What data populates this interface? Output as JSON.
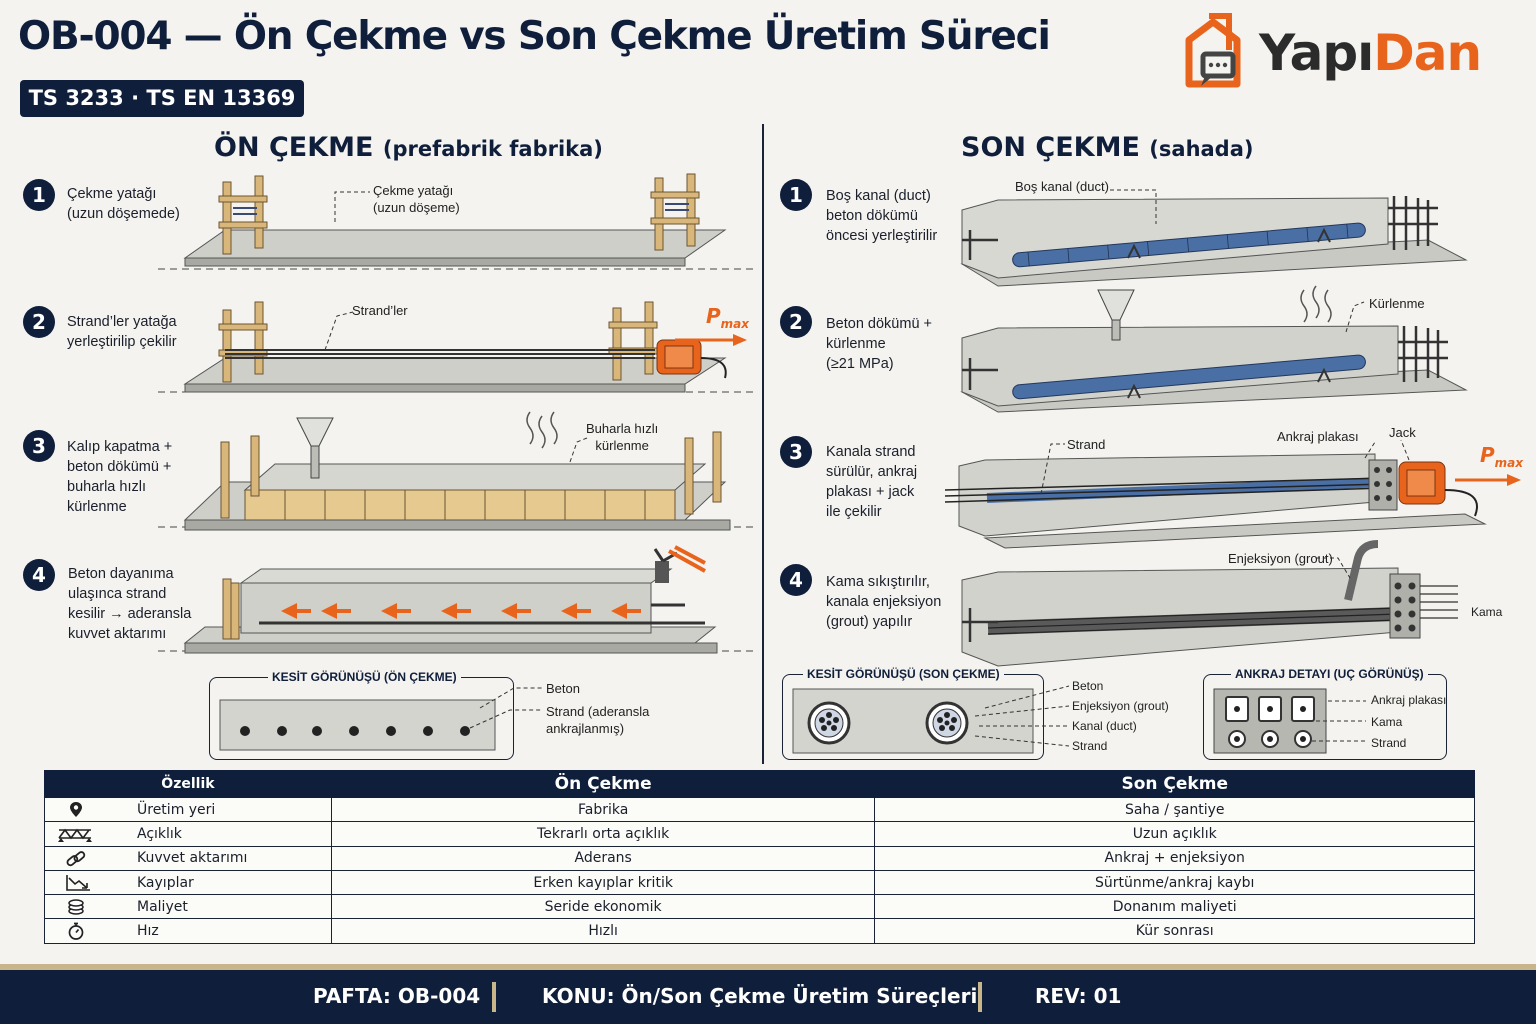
{
  "header": {
    "title": "OB-004 — Ön Çekme vs Son Çekme Üretim Süreci",
    "standard": "TS 3233 · TS EN 13369",
    "brand_part1": "Yapı",
    "brand_part2": "Dan"
  },
  "colors": {
    "navy": "#0f1e3a",
    "orange": "#e8641c",
    "gold": "#c9b58a",
    "duct_blue": "#4a6fa5"
  },
  "pre": {
    "heading": "ÖN ÇEKME",
    "heading_sub": "(prefabrik  fabrika)",
    "steps": [
      {
        "num": "1",
        "text": "Çekme yatağı\n(uzun döşemede)"
      },
      {
        "num": "2",
        "text": "Strand’ler yatağa\nyerleştirilip çekilir"
      },
      {
        "num": "3",
        "text": "Kalıp kapatma +\nbeton dökümü +\nbuharla hızlı\nkürlenme"
      },
      {
        "num": "4",
        "text": "Beton dayanıma\nulaşınca strand\nkesilir → aderansla\nkuvvet aktarımı"
      }
    ],
    "labels": {
      "bed": "Çekme yatağı\n(uzun döşeme)",
      "strands": "Strand’ler",
      "pmax": "P",
      "pmax_sub": "max",
      "steam": "Buharla hızlı\nkürlenme"
    },
    "section": {
      "title": "KESİT GÖRÜNÜŞÜ  (ÖN ÇEKME)",
      "concrete": "Beton",
      "strand": "Strand (aderansla\nankrajlanmış)"
    }
  },
  "post": {
    "heading": "SON ÇEKME",
    "heading_sub": "(sahada)",
    "steps": [
      {
        "num": "1",
        "text": "Boş kanal (duct)\nbeton dökümü\nöncesi yerleştirilir"
      },
      {
        "num": "2",
        "text": "Beton dökümü +\nkürlenme\n(≥21 MPa)"
      },
      {
        "num": "3",
        "text": "Kanala strand\nsürülür, ankraj\nplakası + jack\nile çekilir"
      },
      {
        "num": "4",
        "text": "Kama sıkıştırılır,\nkanala enjeksiyon\n(grout) yapılır"
      }
    ],
    "labels": {
      "duct": "Boş kanal (duct)",
      "curing": "Kürlenme",
      "strand": "Strand",
      "anchor_plate": "Ankraj plakası",
      "jack": "Jack",
      "pmax": "P",
      "pmax_sub": "max",
      "grout": "Enjeksiyon (grout)",
      "wedge": "Kama"
    },
    "section": {
      "title": "KESİT GÖRÜNÜŞÜ (SON ÇEKME)",
      "concrete": "Beton",
      "grout": "Enjeksiyon (grout)",
      "duct": "Kanal (duct)",
      "strand": "Strand"
    },
    "anchor_detail": {
      "title": "ANKRAJ DETAYI (UÇ GÖRÜNÜŞ)",
      "plate": "Ankraj plakası",
      "wedge": "Kama",
      "strand": "Strand"
    }
  },
  "table": {
    "headers": [
      "Özellik",
      "Ön Çekme",
      "Son Çekme"
    ],
    "rows": [
      {
        "icon": "location-pin-icon",
        "feature": "Üretim yeri",
        "pre": "Fabrika",
        "post": "Saha / şantiye"
      },
      {
        "icon": "span-truss-icon",
        "feature": "Açıklık",
        "pre": "Tekrarlı orta açıklık",
        "post": "Uzun açıklık"
      },
      {
        "icon": "chain-link-icon",
        "feature": "Kuvvet aktarımı",
        "pre": "Aderans",
        "post": "Ankraj + enjeksiyon"
      },
      {
        "icon": "trend-down-icon",
        "feature": "Kayıplar",
        "pre": "Erken kayıplar kritik",
        "post": "Sürtünme/ankraj kaybı"
      },
      {
        "icon": "coin-stack-icon",
        "feature": "Maliyet",
        "pre": "Seride ekonomik",
        "post": "Donanım maliyeti"
      },
      {
        "icon": "stopwatch-icon",
        "feature": "Hız",
        "pre": "Hızlı",
        "post": "Kür sonrası"
      }
    ]
  },
  "footer": {
    "sheet": "PAFTA: OB-004",
    "subject": "KONU: Ön/Son Çekme Üretim Süreçleri",
    "rev": "REV: 01"
  }
}
